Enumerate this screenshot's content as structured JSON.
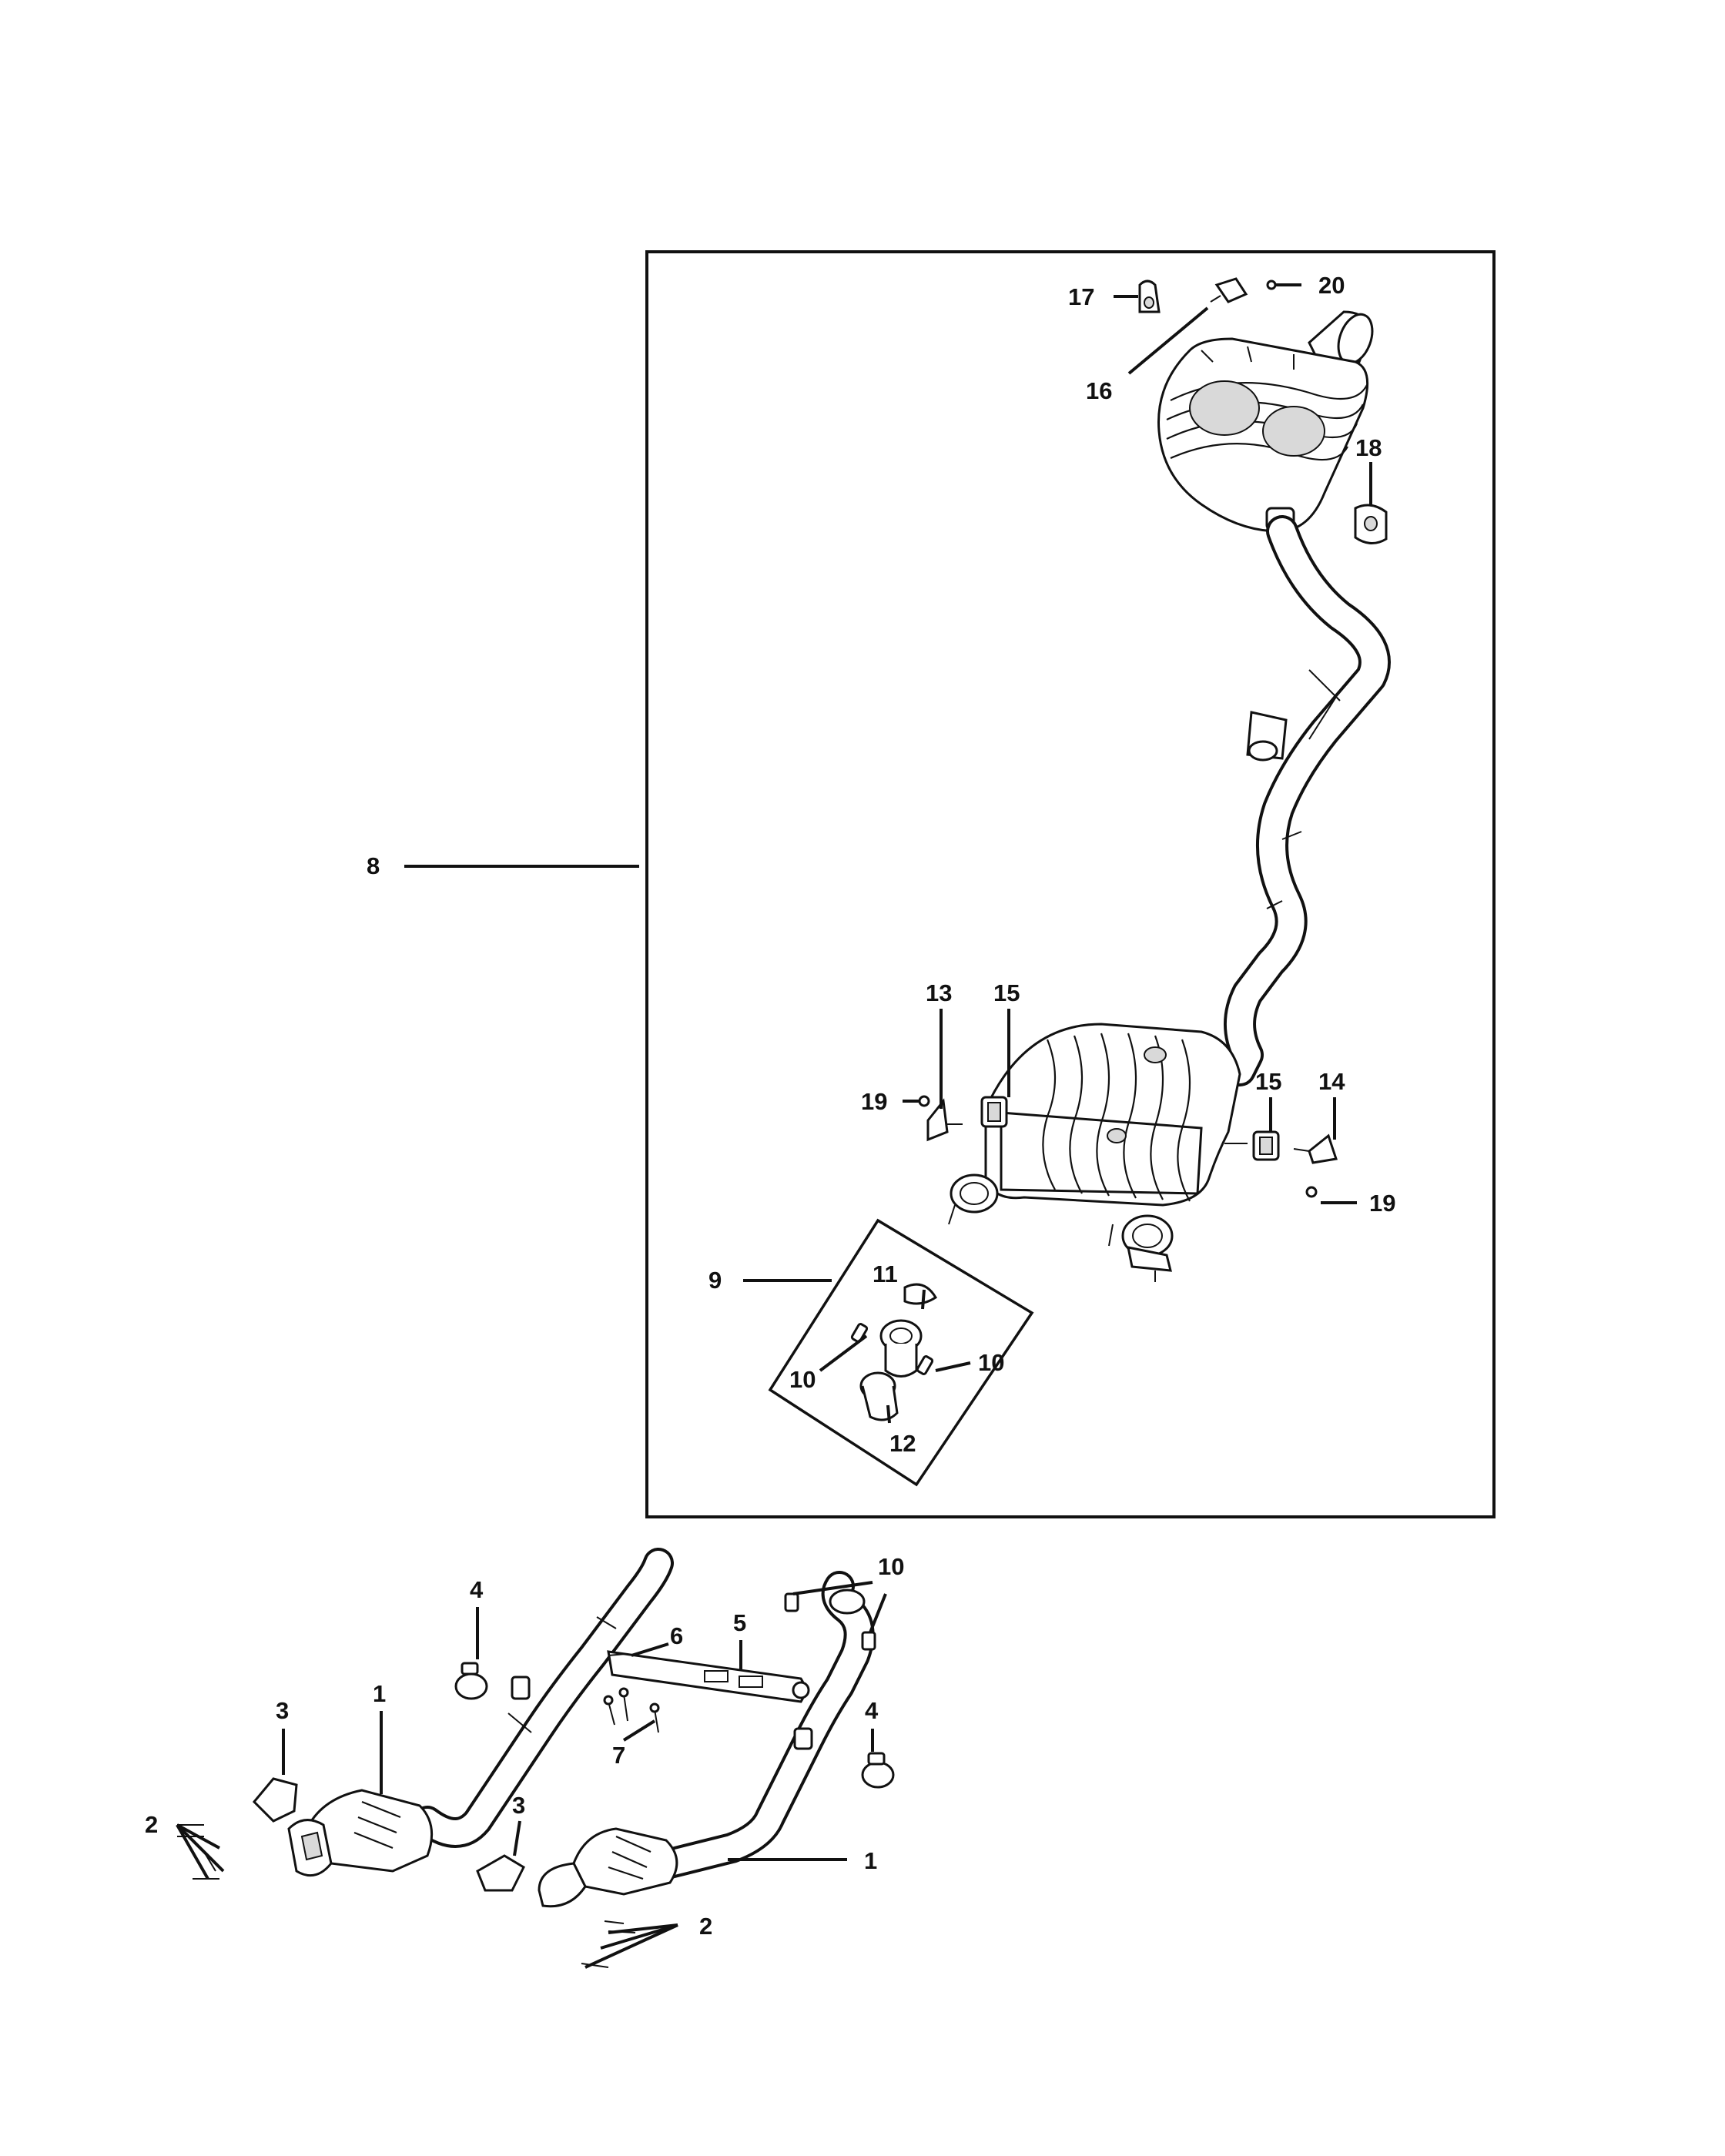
{
  "diagram": {
    "type": "exploded-parts-diagram",
    "callouts": [
      {
        "label": "1"
      },
      {
        "label": "1"
      },
      {
        "label": "2"
      },
      {
        "label": "2"
      },
      {
        "label": "3"
      },
      {
        "label": "3"
      },
      {
        "label": "4"
      },
      {
        "label": "4"
      },
      {
        "label": "5"
      },
      {
        "label": "6"
      },
      {
        "label": "7"
      },
      {
        "label": "8"
      },
      {
        "label": "9"
      },
      {
        "label": "10"
      },
      {
        "label": "10"
      },
      {
        "label": "10"
      },
      {
        "label": "11"
      },
      {
        "label": "12"
      },
      {
        "label": "13"
      },
      {
        "label": "14"
      },
      {
        "label": "15"
      },
      {
        "label": "15"
      },
      {
        "label": "16"
      },
      {
        "label": "17"
      },
      {
        "label": "18"
      },
      {
        "label": "19"
      },
      {
        "label": "19"
      },
      {
        "label": "20"
      }
    ]
  }
}
